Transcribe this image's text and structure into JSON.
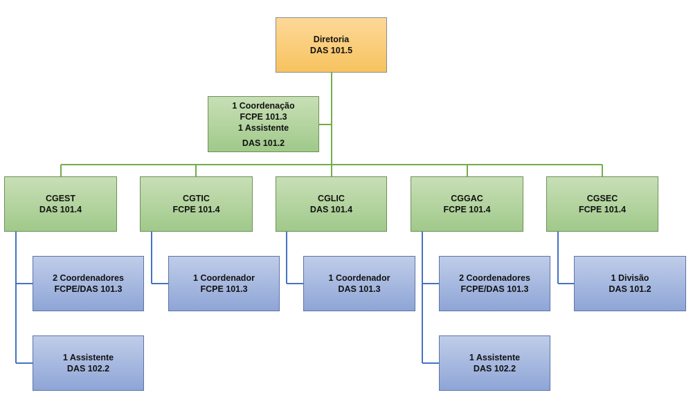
{
  "diagram": {
    "director": {
      "line1": "Diretoria",
      "line2": "DAS 101.5"
    },
    "coordination": {
      "line1": "1 Coordenação",
      "line2": "FCPE 101.3",
      "line3": "1 Assistente",
      "line4": "DAS 101.2"
    },
    "units": [
      {
        "name": "CGEST",
        "level": "DAS 101.4",
        "children": [
          {
            "line1": "2 Coordenadores",
            "line2": "FCPE/DAS 101.3"
          },
          {
            "line1": "1 Assistente",
            "line2": "DAS 102.2"
          }
        ]
      },
      {
        "name": "CGTIC",
        "level": "FCPE 101.4",
        "children": [
          {
            "line1": "1 Coordenador",
            "line2": "FCPE 101.3"
          }
        ]
      },
      {
        "name": "CGLIC",
        "level": "DAS 101.4",
        "children": [
          {
            "line1": "1 Coordenador",
            "line2": "DAS 101.3"
          }
        ]
      },
      {
        "name": "CGGAC",
        "level": "FCPE 101.4",
        "children": [
          {
            "line1": "2 Coordenadores",
            "line2": "FCPE/DAS 101.3"
          },
          {
            "line1": "1 Assistente",
            "line2": "DAS 102.2"
          }
        ]
      },
      {
        "name": "CGSEC",
        "level": "FCPE 101.4",
        "children": [
          {
            "line1": "1 Divisão",
            "line2": "DAS 101.2"
          }
        ]
      }
    ],
    "colors": {
      "top": "#f7c35f",
      "second_level": "#a0c98a",
      "third_level": "#8ea5d6",
      "green_connector": "#70ad47",
      "blue_connector": "#4472c4"
    }
  }
}
